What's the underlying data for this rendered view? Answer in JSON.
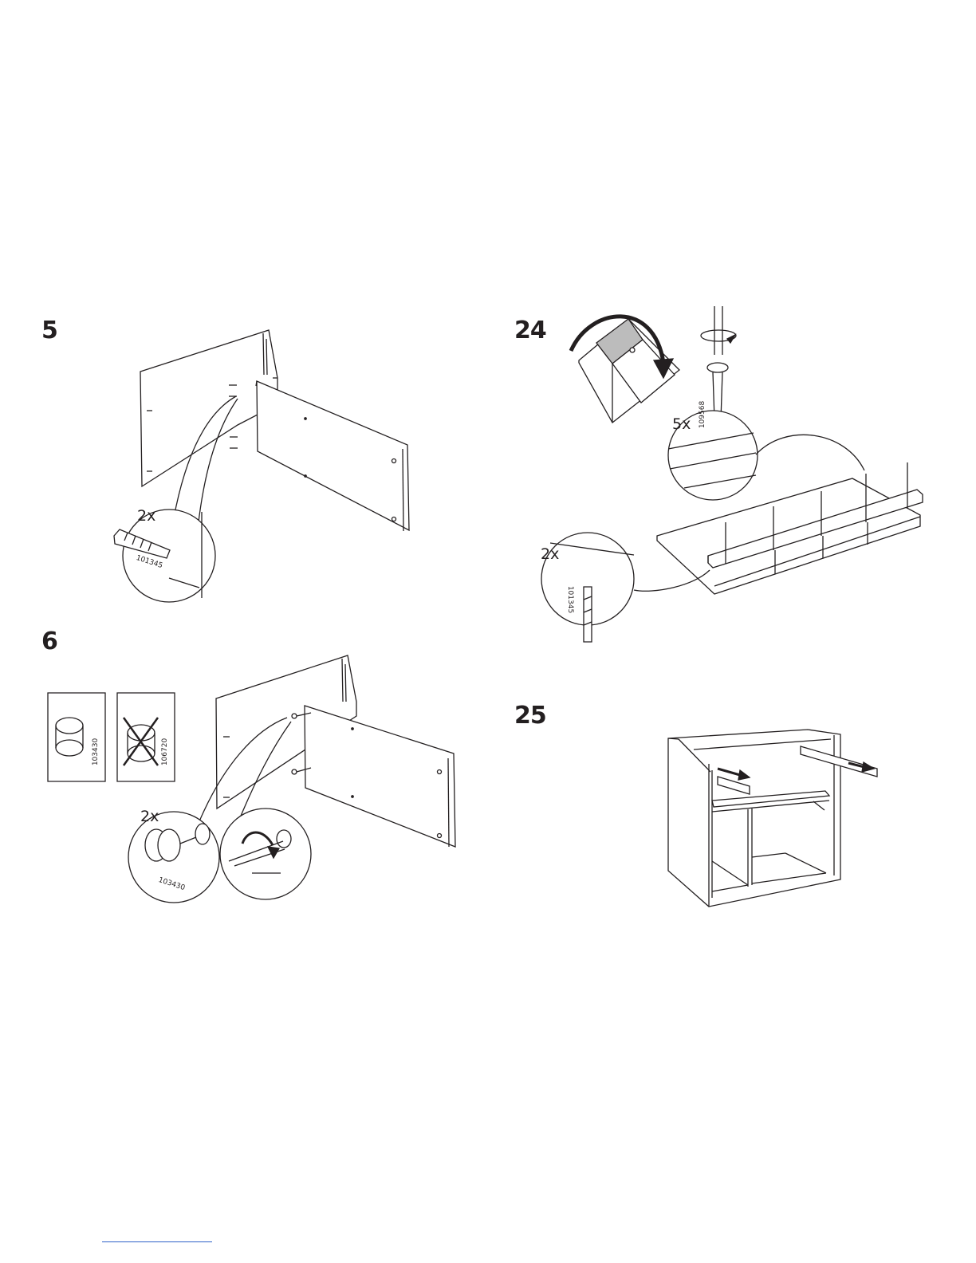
{
  "steps": [
    {
      "number": "5",
      "quantity": "2x",
      "part": "101345"
    },
    {
      "number": "6",
      "quantity": "2x",
      "part": "103430",
      "ok_part": "103430",
      "wrong_part": "106720"
    },
    {
      "number": "24",
      "quantity_screws": "5x",
      "screw_part": "109568",
      "quantity_dowels": "2x",
      "dowel_part": "101345"
    },
    {
      "number": "25"
    }
  ],
  "colors": {
    "line": "#231f20",
    "shade": "#bcbcbc",
    "link": "#2f62c8"
  }
}
